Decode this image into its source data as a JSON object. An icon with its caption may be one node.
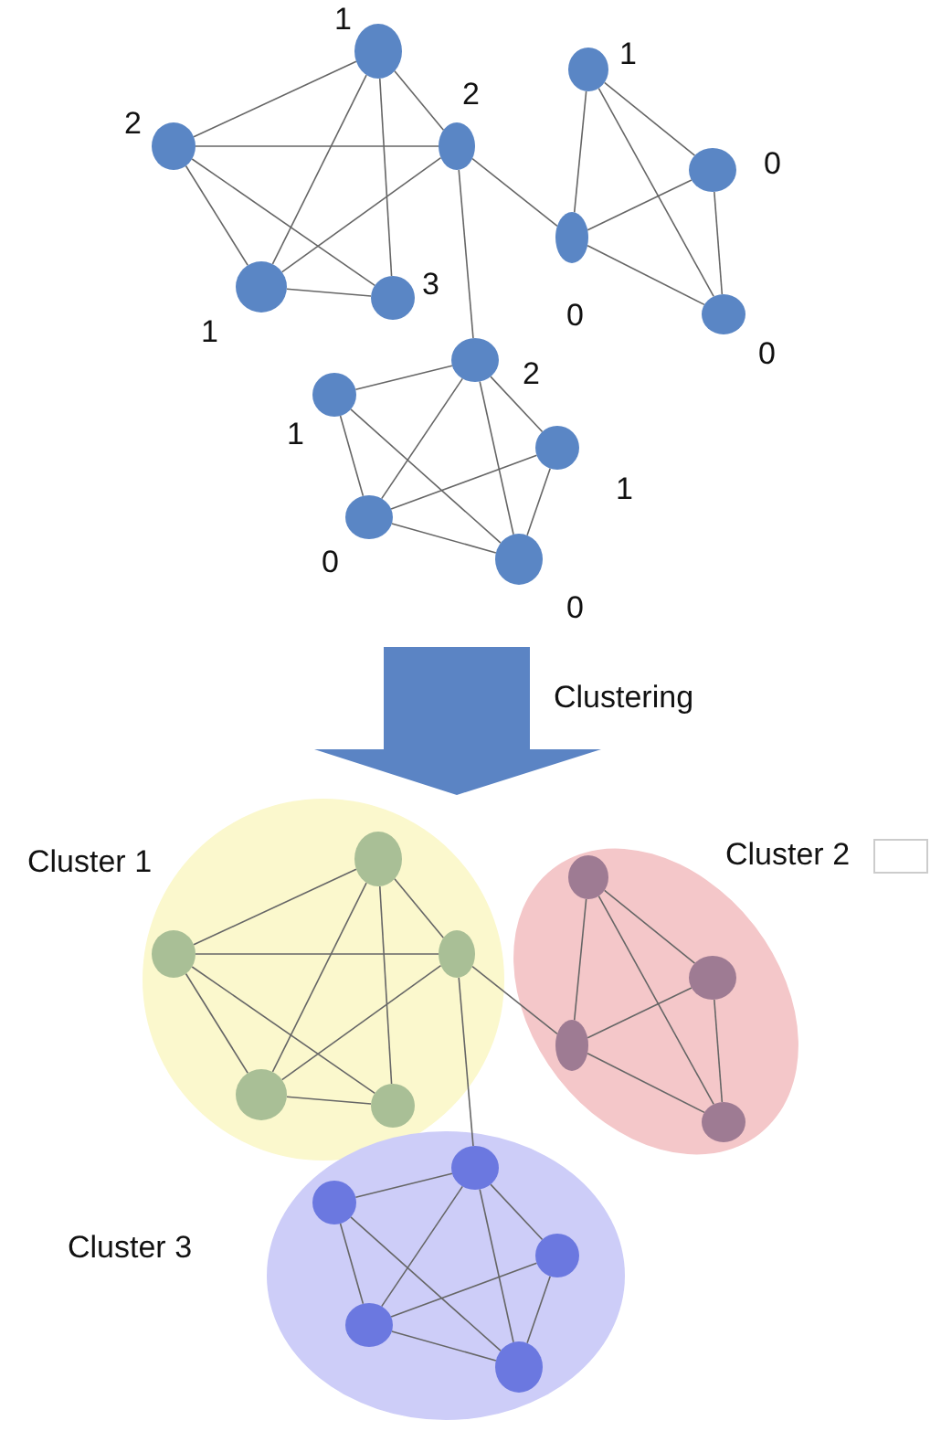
{
  "diagram": {
    "nodes": [
      {
        "text": [],
        "shape": "circle",
        "beside": [
          "1"
        ]
      },
      {
        "text": [],
        "shape": "circle",
        "beside": [
          "2"
        ]
      },
      {
        "text": [],
        "shape": "circle",
        "beside": [
          "2"
        ]
      },
      {
        "text": [],
        "shape": "circle",
        "beside": [
          "1"
        ]
      },
      {
        "text": [],
        "shape": "circle",
        "beside": [
          "3"
        ]
      },
      {
        "text": [],
        "shape": "circle",
        "beside": [
          "1"
        ]
      },
      {
        "text": [],
        "shape": "circle",
        "beside": [
          "0"
        ]
      },
      {
        "text": [],
        "shape": "circle",
        "beside": [
          "0"
        ]
      },
      {
        "text": [],
        "shape": "circle",
        "beside": [
          "0"
        ]
      },
      {
        "text": [],
        "shape": "circle",
        "beside": [
          "2"
        ]
      },
      {
        "text": [],
        "shape": "circle",
        "beside": [
          "1"
        ]
      },
      {
        "text": [],
        "shape": "circle",
        "beside": [
          "1"
        ]
      },
      {
        "text": [],
        "shape": "circle",
        "beside": [
          "0"
        ]
      },
      {
        "text": [],
        "shape": "circle",
        "beside": [
          "0"
        ]
      },
      {
        "text": [
          "Cluster 1"
        ]
      },
      {
        "text": [],
        "shape": "circle",
        "in": 14
      },
      {
        "text": [],
        "shape": "circle",
        "in": 14
      },
      {
        "text": [],
        "shape": "circle",
        "in": 14
      },
      {
        "text": [],
        "shape": "circle",
        "in": 14
      },
      {
        "text": [],
        "shape": "circle",
        "in": 14
      },
      {
        "text": [
          "Cluster 2"
        ]
      },
      {
        "text": [],
        "shape": "circle",
        "in": 20
      },
      {
        "text": [],
        "shape": "circle",
        "in": 20
      },
      {
        "text": [],
        "shape": "circle",
        "in": 20
      },
      {
        "text": [],
        "shape": "circle",
        "in": 20
      },
      {
        "text": [
          "Cluster 3"
        ]
      },
      {
        "text": [],
        "shape": "circle",
        "in": 25
      },
      {
        "text": [],
        "shape": "circle",
        "in": 25
      },
      {
        "text": [],
        "shape": "circle",
        "in": 25
      },
      {
        "text": [],
        "shape": "circle",
        "in": 25
      },
      {
        "text": [],
        "shape": "circle",
        "in": 25
      }
    ],
    "edges": [
      {
        "from": 0,
        "to": 1,
        "arrow": "none"
      },
      {
        "from": 0,
        "to": 2,
        "arrow": "none"
      },
      {
        "from": 0,
        "to": 3,
        "arrow": "none"
      },
      {
        "from": 0,
        "to": 4,
        "arrow": "none"
      },
      {
        "from": 1,
        "to": 2,
        "arrow": "none"
      },
      {
        "from": 1,
        "to": 3,
        "arrow": "none"
      },
      {
        "from": 1,
        "to": 4,
        "arrow": "none"
      },
      {
        "from": 2,
        "to": 3,
        "arrow": "none"
      },
      {
        "from": 3,
        "to": 4,
        "arrow": "none"
      },
      {
        "from": 2,
        "to": 7,
        "arrow": "none"
      },
      {
        "from": 2,
        "to": 9,
        "arrow": "none"
      },
      {
        "from": 5,
        "to": 6,
        "arrow": "none"
      },
      {
        "from": 5,
        "to": 7,
        "arrow": "none"
      },
      {
        "from": 5,
        "to": 8,
        "arrow": "none"
      },
      {
        "from": 6,
        "to": 7,
        "arrow": "none"
      },
      {
        "from": 6,
        "to": 8,
        "arrow": "none"
      },
      {
        "from": 7,
        "to": 8,
        "arrow": "none"
      },
      {
        "from": 9,
        "to": 10,
        "arrow": "none"
      },
      {
        "from": 9,
        "to": 11,
        "arrow": "none"
      },
      {
        "from": 9,
        "to": 12,
        "arrow": "none"
      },
      {
        "from": 9,
        "to": 13,
        "arrow": "none"
      },
      {
        "from": 10,
        "to": 12,
        "arrow": "none"
      },
      {
        "from": 10,
        "to": 13,
        "arrow": "none"
      },
      {
        "from": 11,
        "to": 12,
        "arrow": "none"
      },
      {
        "from": 11,
        "to": 13,
        "arrow": "none"
      },
      {
        "from": 12,
        "to": 13,
        "arrow": "none"
      },
      {
        "from": 15,
        "to": 16,
        "arrow": "none"
      },
      {
        "from": 15,
        "to": 17,
        "arrow": "none"
      },
      {
        "from": 15,
        "to": 18,
        "arrow": "none"
      },
      {
        "from": 15,
        "to": 19,
        "arrow": "none"
      },
      {
        "from": 16,
        "to": 17,
        "arrow": "none"
      },
      {
        "from": 16,
        "to": 18,
        "arrow": "none"
      },
      {
        "from": 16,
        "to": 19,
        "arrow": "none"
      },
      {
        "from": 17,
        "to": 18,
        "arrow": "none"
      },
      {
        "from": 18,
        "to": 19,
        "arrow": "none"
      },
      {
        "from": 17,
        "to": 23,
        "arrow": "none"
      },
      {
        "from": 17,
        "to": 26,
        "arrow": "none"
      },
      {
        "from": 21,
        "to": 22,
        "arrow": "none"
      },
      {
        "from": 21,
        "to": 23,
        "arrow": "none"
      },
      {
        "from": 21,
        "to": 24,
        "arrow": "none"
      },
      {
        "from": 22,
        "to": 23,
        "arrow": "none"
      },
      {
        "from": 22,
        "to": 24,
        "arrow": "none"
      },
      {
        "from": 23,
        "to": 24,
        "arrow": "none"
      },
      {
        "from": 26,
        "to": 27,
        "arrow": "none"
      },
      {
        "from": 26,
        "to": 28,
        "arrow": "none"
      },
      {
        "from": 26,
        "to": 29,
        "arrow": "none"
      },
      {
        "from": 26,
        "to": 30,
        "arrow": "none"
      },
      {
        "from": 27,
        "to": 29,
        "arrow": "none"
      },
      {
        "from": 27,
        "to": 30,
        "arrow": "none"
      },
      {
        "from": 28,
        "to": 29,
        "arrow": "none"
      },
      {
        "from": 28,
        "to": 30,
        "arrow": "none"
      },
      {
        "from": 29,
        "to": 30,
        "arrow": "none"
      }
    ],
    "labels": [
      "Clustering"
    ]
  }
}
